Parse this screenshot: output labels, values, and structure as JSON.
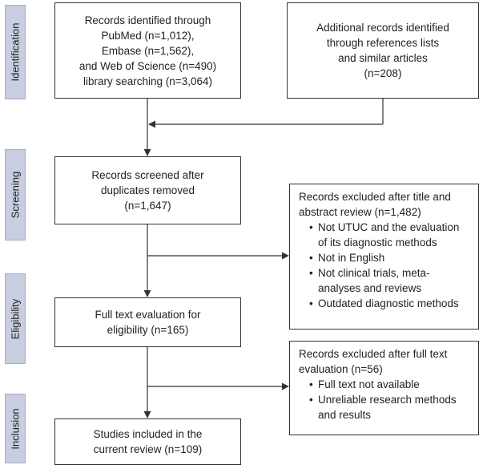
{
  "stages": [
    "Identification",
    "Screening",
    "Eligibility",
    "Inclusion"
  ],
  "boxes": {
    "identified": [
      "Records identified through",
      "PubMed (n=1,012),",
      "Embase (n=1,562),",
      "and Web of Science (n=490)",
      "library searching (n=3,064)"
    ],
    "additional": [
      "Additional records identified",
      "through references lists",
      "and similar articles",
      "(n=208)"
    ],
    "screened": [
      "Records screened after",
      "duplicates removed",
      "(n=1,647)"
    ],
    "fulltext": [
      "Full text evaluation for",
      "eligibility (n=165)"
    ],
    "included": [
      "Studies included in the",
      "current review (n=109)"
    ],
    "excluded_abstract": {
      "heading": [
        "Records excluded after title and",
        "abstract review (n=1,482)"
      ],
      "items": [
        [
          "Not UTUC and the evaluation",
          "of its diagnostic methods"
        ],
        [
          "Not in English"
        ],
        [
          "Not clinical trials, meta-",
          "analyses and reviews"
        ],
        [
          "Outdated diagnostic methods"
        ]
      ]
    },
    "excluded_fulltext": {
      "heading": [
        "Records excluded after full text",
        "evaluation (n=56)"
      ],
      "items": [
        [
          "Full text not available"
        ],
        [
          "Unreliable research methods",
          "and results"
        ]
      ]
    }
  }
}
